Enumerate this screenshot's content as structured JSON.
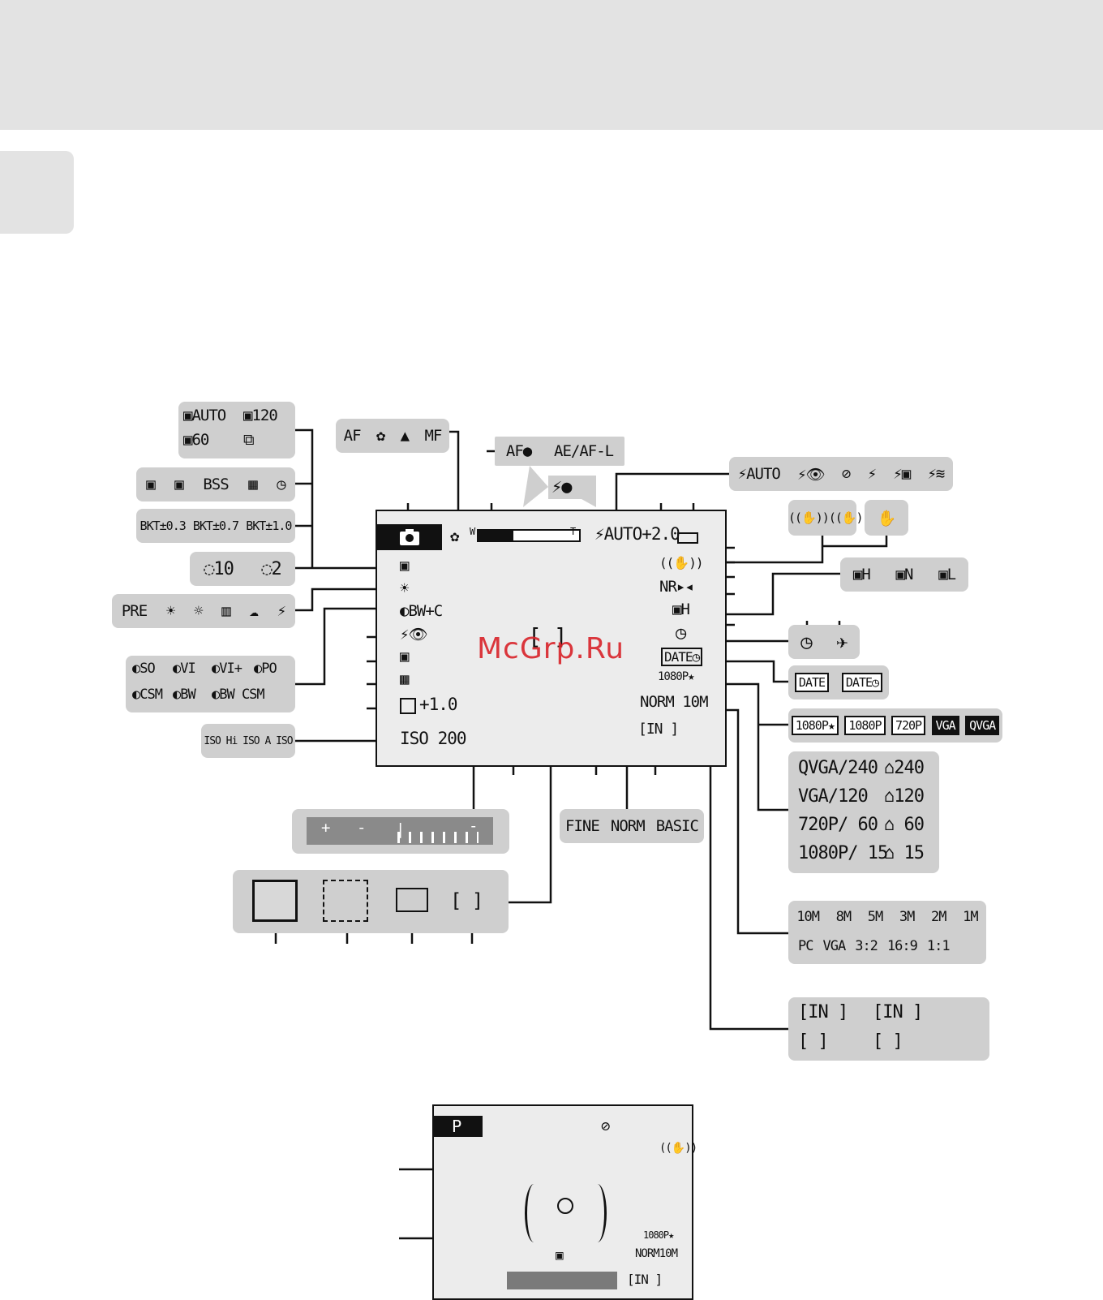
{
  "focus_modes": [
    "AF",
    "✿",
    "▲",
    "MF"
  ],
  "af_ae_lock": [
    "AF●",
    "AE/AF-L"
  ],
  "flash_indicator": "⚡●",
  "flash_modes": [
    "⚡AUTO",
    "⚡👁",
    "⊘",
    "⚡",
    "⚡▣",
    "⚡≋"
  ],
  "vr_options": [
    "((✋))",
    "((✋))",
    "✋"
  ],
  "continuous": [
    "▣AUTO",
    "▣120",
    "▣60",
    "⧉"
  ],
  "shooting_modes": [
    "▣",
    "▣",
    "BSS",
    "▦",
    "◷"
  ],
  "bracketing": [
    "BKT±0.3",
    "BKT±0.7",
    "BKT±1.0"
  ],
  "self_timer": [
    "◌10",
    "◌2"
  ],
  "white_balance": [
    "PRE",
    "☀",
    "☼",
    "▥",
    "☁",
    "⚡"
  ],
  "color_options": [
    "◐SO",
    "◐VI",
    "◐VI+",
    "◐PO",
    "◐CSM",
    "◐BW",
    "◐BW CSM"
  ],
  "iso": [
    "ISO",
    "Hi ISO",
    "A ISO"
  ],
  "adjust_ev": [
    "+",
    "-",
    "|",
    "-"
  ],
  "af_area": [
    "⌜⌝",
    "⌜⌝",
    "▭",
    "[ ]"
  ],
  "image_quality": [
    "FINE",
    "NORM",
    "BASIC"
  ],
  "skin_softening": [
    "▣H",
    "▣N",
    "▣L"
  ],
  "time_zone": [
    "◷",
    "✈"
  ],
  "date_imprint": [
    "DATE",
    "DATE◷"
  ],
  "movie_options": [
    "1080P★",
    "1080P",
    "720P",
    "VGA",
    "QVGA"
  ],
  "movie_fps": [
    [
      "QVGA/240",
      "⌂240"
    ],
    [
      "VGA/120",
      "⌂120"
    ],
    [
      "720P/ 60",
      "⌂ 60"
    ],
    [
      "1080P/ 15",
      "⌂ 15"
    ]
  ],
  "image_sizes_row1": [
    "10M",
    "8M",
    "5M",
    "3M",
    "2M",
    "1M"
  ],
  "image_sizes_row2": [
    "PC",
    "VGA",
    "3:2",
    "16:9",
    "1:1"
  ],
  "memory": [
    "[IN ]",
    "[IN ]",
    "[ ]",
    "[ ]"
  ],
  "monitor": {
    "flash_ev": "⚡AUTO+2.0",
    "zoom_w": "W",
    "zoom_t": "T",
    "zoom_level": 0.35,
    "nr": "NR▸◂",
    "skin": "▣H",
    "date": "DATE◷",
    "movie": "1080P★",
    "quality_size": "NORM 10M",
    "memory_bracket": "[IN      ]",
    "iso": "ISO 200",
    "exposure": "+1.0",
    "color": "◐BW+C",
    "focus_bracket": "[ ]"
  },
  "watermark": "McGrp.Ru",
  "monitor2": {
    "mode": "P",
    "movie": "1080P★",
    "quality_size": "NORM10M",
    "memory": "[IN     ]"
  }
}
